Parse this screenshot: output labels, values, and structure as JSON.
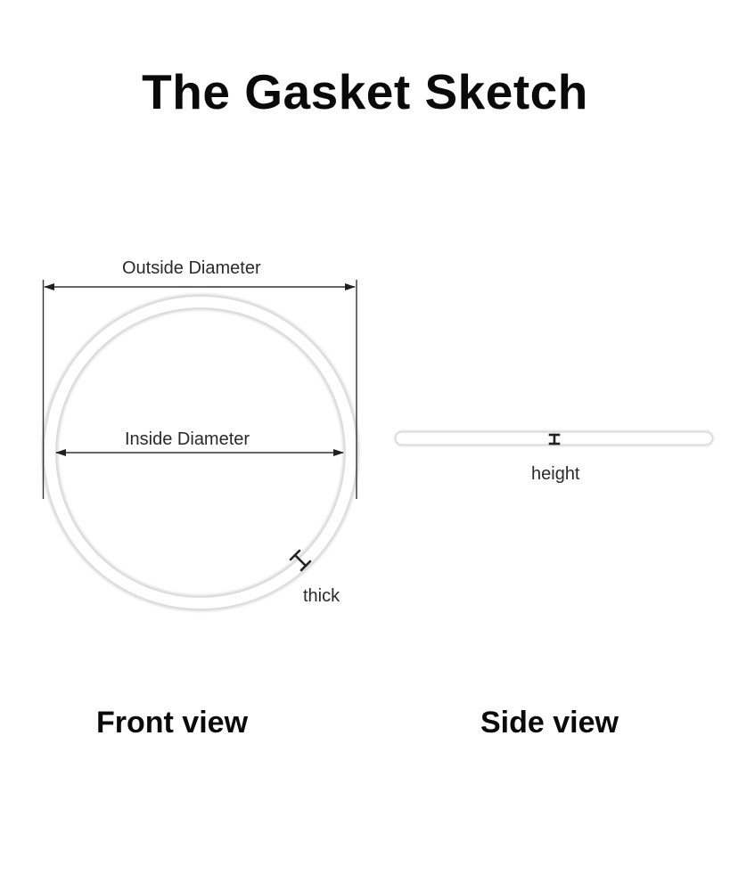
{
  "title": "The Gasket Sketch",
  "front_view": {
    "label": "Front view",
    "outside_diameter_label": "Outside Diameter",
    "inside_diameter_label": "Inside Diameter",
    "thick_label": "thick"
  },
  "side_view": {
    "label": "Side view",
    "height_label": "height"
  },
  "colors": {
    "background": "#ffffff",
    "text": "#0a0a0a",
    "dimension_line": "#333333",
    "ring_fill": "#ffffff",
    "ring_shadow": "#cfcfcf"
  }
}
